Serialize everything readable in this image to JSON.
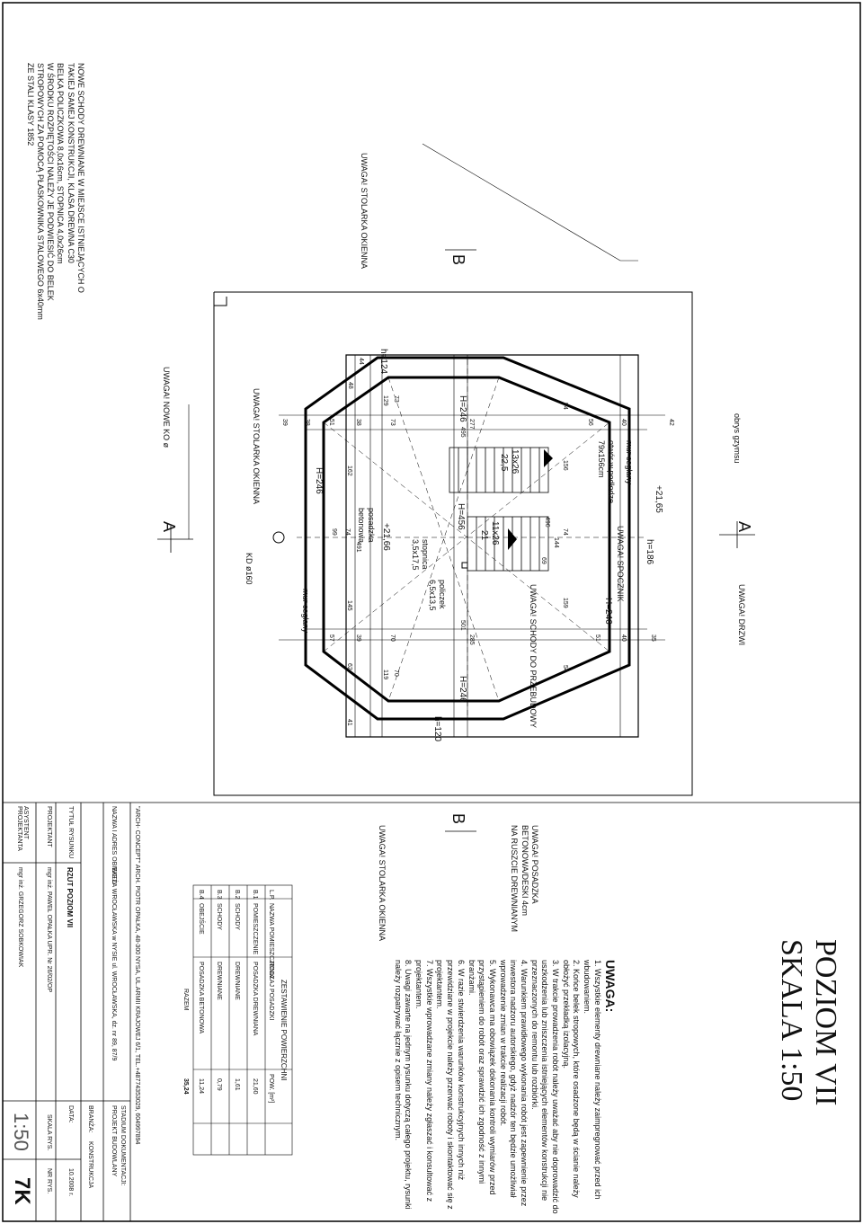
{
  "title": {
    "line1": "POZIOM VII",
    "line2": "SKALA 1:50"
  },
  "notes": {
    "heading": "UWAGA:",
    "items": [
      "1. Wszystkie elementy drewniane należy zaimpregnować przed ich wbudowaniem.",
      "2. Końce belek stropowych, które osadzone będą w ścianie należy obłożyć przekładką izolacyjną.",
      "3. W trakcie prowadzenia robót należy uważać aby nie doprowadzić do uszkodzenia lub zniszczenia istniejących elementów konstrukcji nie przeznaczonych do remontu lub rozbiórki.",
      "4. Warunkiem prawidłowego wykonania robót jest zapewnienie przez inwestora nadzoru autorskiego, gdyż nadzór ten będzie umożliwiał wprowadzenie zmian w trakcie realizacji robót.",
      "5. Wykonawca ma obowiązek dokonania kontroli wymiarów przed przystąpieniem do robót oraz sprawdzić ich zgodność z innymi branżami.",
      "6. W razie stwierdzenia warunków konstrukcyjnych innych niż przewidziane w projekcie należy przerwać roboty i skontaktować się z projektantem.",
      "7. Wszystkie wprowadzane zmiany należy zgłaszać i konsultować z projektantem.",
      "8. Uwagi zawarte na jednym rysunku dotyczą całego projektu, rysunki należy rozpatrywać łącznie z opisem technicznym."
    ]
  },
  "schedule": {
    "title": "ZESTAWIENIE POWIERZCHNI",
    "headers": [
      "L.P.",
      "NAZWA POMIESZCZENIA",
      "RODZAJ POSADZKI",
      "POW. [m²]"
    ],
    "rows": [
      [
        "B.1",
        "POMIESZCZENIE",
        "POSADZKA DREWNIANA",
        "21,60"
      ],
      [
        "B.2",
        "SCHODY",
        "DREWNIANE",
        "1,61"
      ],
      [
        "B.3",
        "SCHODY",
        "DREWNIANE",
        "0,79"
      ],
      [
        "B.4",
        "OBEJŚCIE",
        "POSADZKA BETONOWA",
        "11,24"
      ]
    ],
    "total_label": "RAZEM",
    "total_value": "35,24"
  },
  "title_block": {
    "firm": "\"ARCH- CONCEPT\" ARCH. PIOTR OPAŁKA, 48-300 NYSA, UL.ARMII KRAJOWEJ 6/1, TEL.+48774353029, 604997894",
    "object_label": "NAZWA I ADRES OBIEKTU",
    "object_value": "WIEŻA WROCŁAWSKA w NYSIE ul. WROCŁAWSKA, dz. nr 89, 87/9",
    "stage_label": "STADIUM DOKUMENTACJI:",
    "stage_value": "PROJEKT BUDOWLANY",
    "branch_label": "BRANŻA:",
    "branch_value": "KONSTRUKCJA",
    "drawing_label": "TYTUŁ RYSUNKU",
    "drawing_value": "RZUT POZIOM VII",
    "date_label": "DATA:",
    "date_value": "10.2008 r.",
    "designer_label": "PROJEKTANT",
    "designer_value": "mgr inż. PAWEŁ OPAŁKA UPR. Nr 26/02/OP",
    "assistant_label": "ASYSTENT PROJEKTANTA",
    "assistant_value": "mgr inż. GRZEGORZ SOBKOWIAK",
    "scale_label": "SKALA RYS.",
    "scale_value": "1:50",
    "number_label": "NR RYS.",
    "number_value": "7K"
  },
  "annotations": {
    "top_note": [
      "NOWE SCHODY DREWNIANE W MIEJSCE ISTNIEJĄCYCH O",
      "TAKIEJ SAMEJ KONSTRUKCJI, KLASA DREWNA C30",
      "BELKA POLICZKOWA 8,0x16cm, STOPNICA 4,0x26cm",
      "W ŚRODKU ROZPIĘTOŚCI NALEŻY JE PODWIESIĆ DO BELEK",
      "STROPOWYCH ZA POMOCĄ PŁASKOWNIKA STALOWEGO 6x40mm",
      "ZE STALI KLASY 1852"
    ],
    "window_note_1": "UWAGA! STOLARKA OKIENNA",
    "window_note_2": "UWAGA! STOLARKA OKIENNA",
    "window_note_3": "UWAGA! STOLARKA OKIENNA",
    "cast_note": "UWAGA! NOWE KO ø",
    "doors_note": "UWAGA! DRZWI",
    "floor_note": [
      "UWAGA! POSADZKA",
      "BETONOWA/DESKI 4cm",
      "NA RUSZCIE DREWNIANYM"
    ],
    "landing_note": "UWAGA! SPOCZNIK",
    "stairs_note": "UWAGA! SCHODY DO PRZEBUDOWY",
    "cornice": "obrys gzymsu",
    "brick_wall_1": "mur ceglany",
    "brick_wall_2": "mur ceglany",
    "opening": "otwór w podłodze 79x156cm",
    "concrete_floor": "posadzka betonowa",
    "landing": "stopnica 3,5x17,5",
    "stringer": "policzek 6,5x13,5",
    "kd": "KD ø160",
    "section_a_left": "A",
    "section_a_right": "A",
    "section_b_top": "B",
    "section_b_bottom": "B",
    "heights": [
      "h=124",
      "h=120",
      "h=186",
      "H=246",
      "H=246",
      "H=246",
      "H=246",
      "H=456"
    ],
    "levels": [
      "+21,66",
      "+21,65"
    ],
    "stairs": [
      "13x26",
      "22,5",
      "11x26",
      "21"
    ],
    "dims": [
      "44",
      "39",
      "38",
      "51",
      "38",
      "73",
      "277",
      "56",
      "40",
      "42",
      "495",
      "54",
      "48",
      "73",
      "129",
      "162",
      "74",
      "99",
      "491",
      "145",
      "57",
      "39",
      "70",
      "285",
      "51",
      "40",
      "35",
      "501",
      "62",
      "70",
      "119",
      "156",
      "496",
      "74",
      "144",
      "41",
      "159",
      "54",
      "69"
    ]
  }
}
